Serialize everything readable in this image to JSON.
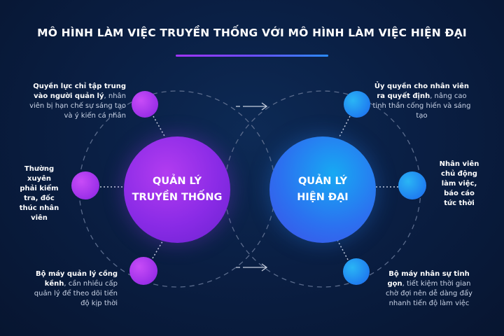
{
  "title": "MÔ HÌNH LÀM VIỆC TRUYỀN THỐNG VỚI MÔ HÌNH LÀM VIỆC HIỆN ĐẠI",
  "left": {
    "line1": "QUẢN LÝ",
    "line2": "TRUYỀN THỐNG",
    "items": [
      {
        "bold": "Quyền lực chỉ tập trung vào người quản lý",
        "rest": ", nhân viên bị hạn chế sự sáng tạo và ý kiến cá nhân"
      },
      {
        "bold": "Thường xuyên phải kiểm tra, đốc thúc nhân viên",
        "rest": ""
      },
      {
        "bold": "Bộ máy quản lý cồng kềnh",
        "rest": ", cần nhiều cấp quản lý để theo dõi tiến độ kịp thời"
      }
    ]
  },
  "right": {
    "line1": "QUẢN LÝ",
    "line2": "HIỆN ĐẠI",
    "items": [
      {
        "bold": "Ủy quyền cho nhân viên ra quyết định",
        "rest": ", nâng cao tinh thần cống hiến và sáng tạo"
      },
      {
        "bold": "Nhân viên chủ động làm việc, báo cáo tức thời",
        "rest": ""
      },
      {
        "bold": "Bộ máy nhân sự tinh gọn",
        "rest": ", tiết kiệm thời gian chờ đợi nên dễ dàng đẩy nhanh tiến độ làm việc"
      }
    ]
  },
  "colors": {
    "background": "#0a1f44",
    "traditional": "#8a2be6",
    "modern": "#2b72f0"
  }
}
